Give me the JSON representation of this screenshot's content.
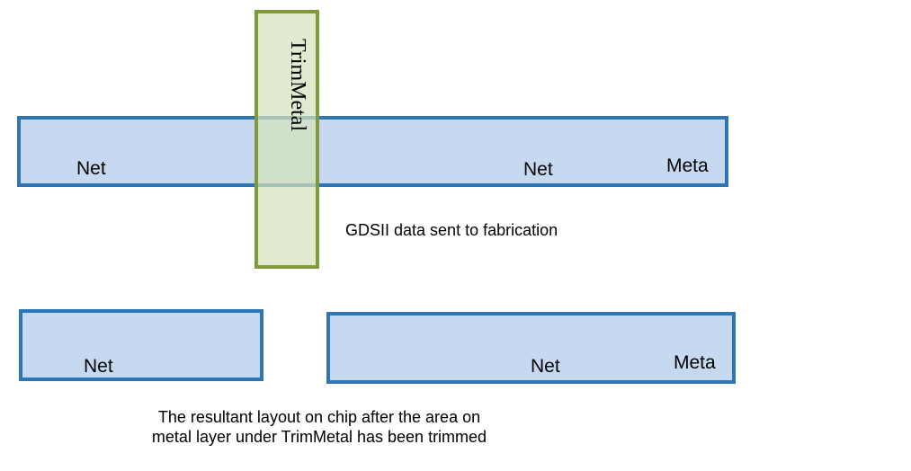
{
  "top": {
    "net_left": "Net",
    "net_right": "Net",
    "metal": "Meta",
    "trim": "TrimMetal",
    "caption": "GDSII data sent to fabrication"
  },
  "bottom": {
    "net_left": "Net",
    "net_right": "Net",
    "metal": "Meta",
    "caption_line1": "The resultant layout on chip after the area on",
    "caption_line2": "metal layer under TrimMetal has been trimmed"
  },
  "colors": {
    "metal_fill": "#c6d9f1",
    "metal_border": "#2e75b6",
    "trim_fill": "#d6e2bc",
    "trim_border": "#7f9a3a"
  }
}
